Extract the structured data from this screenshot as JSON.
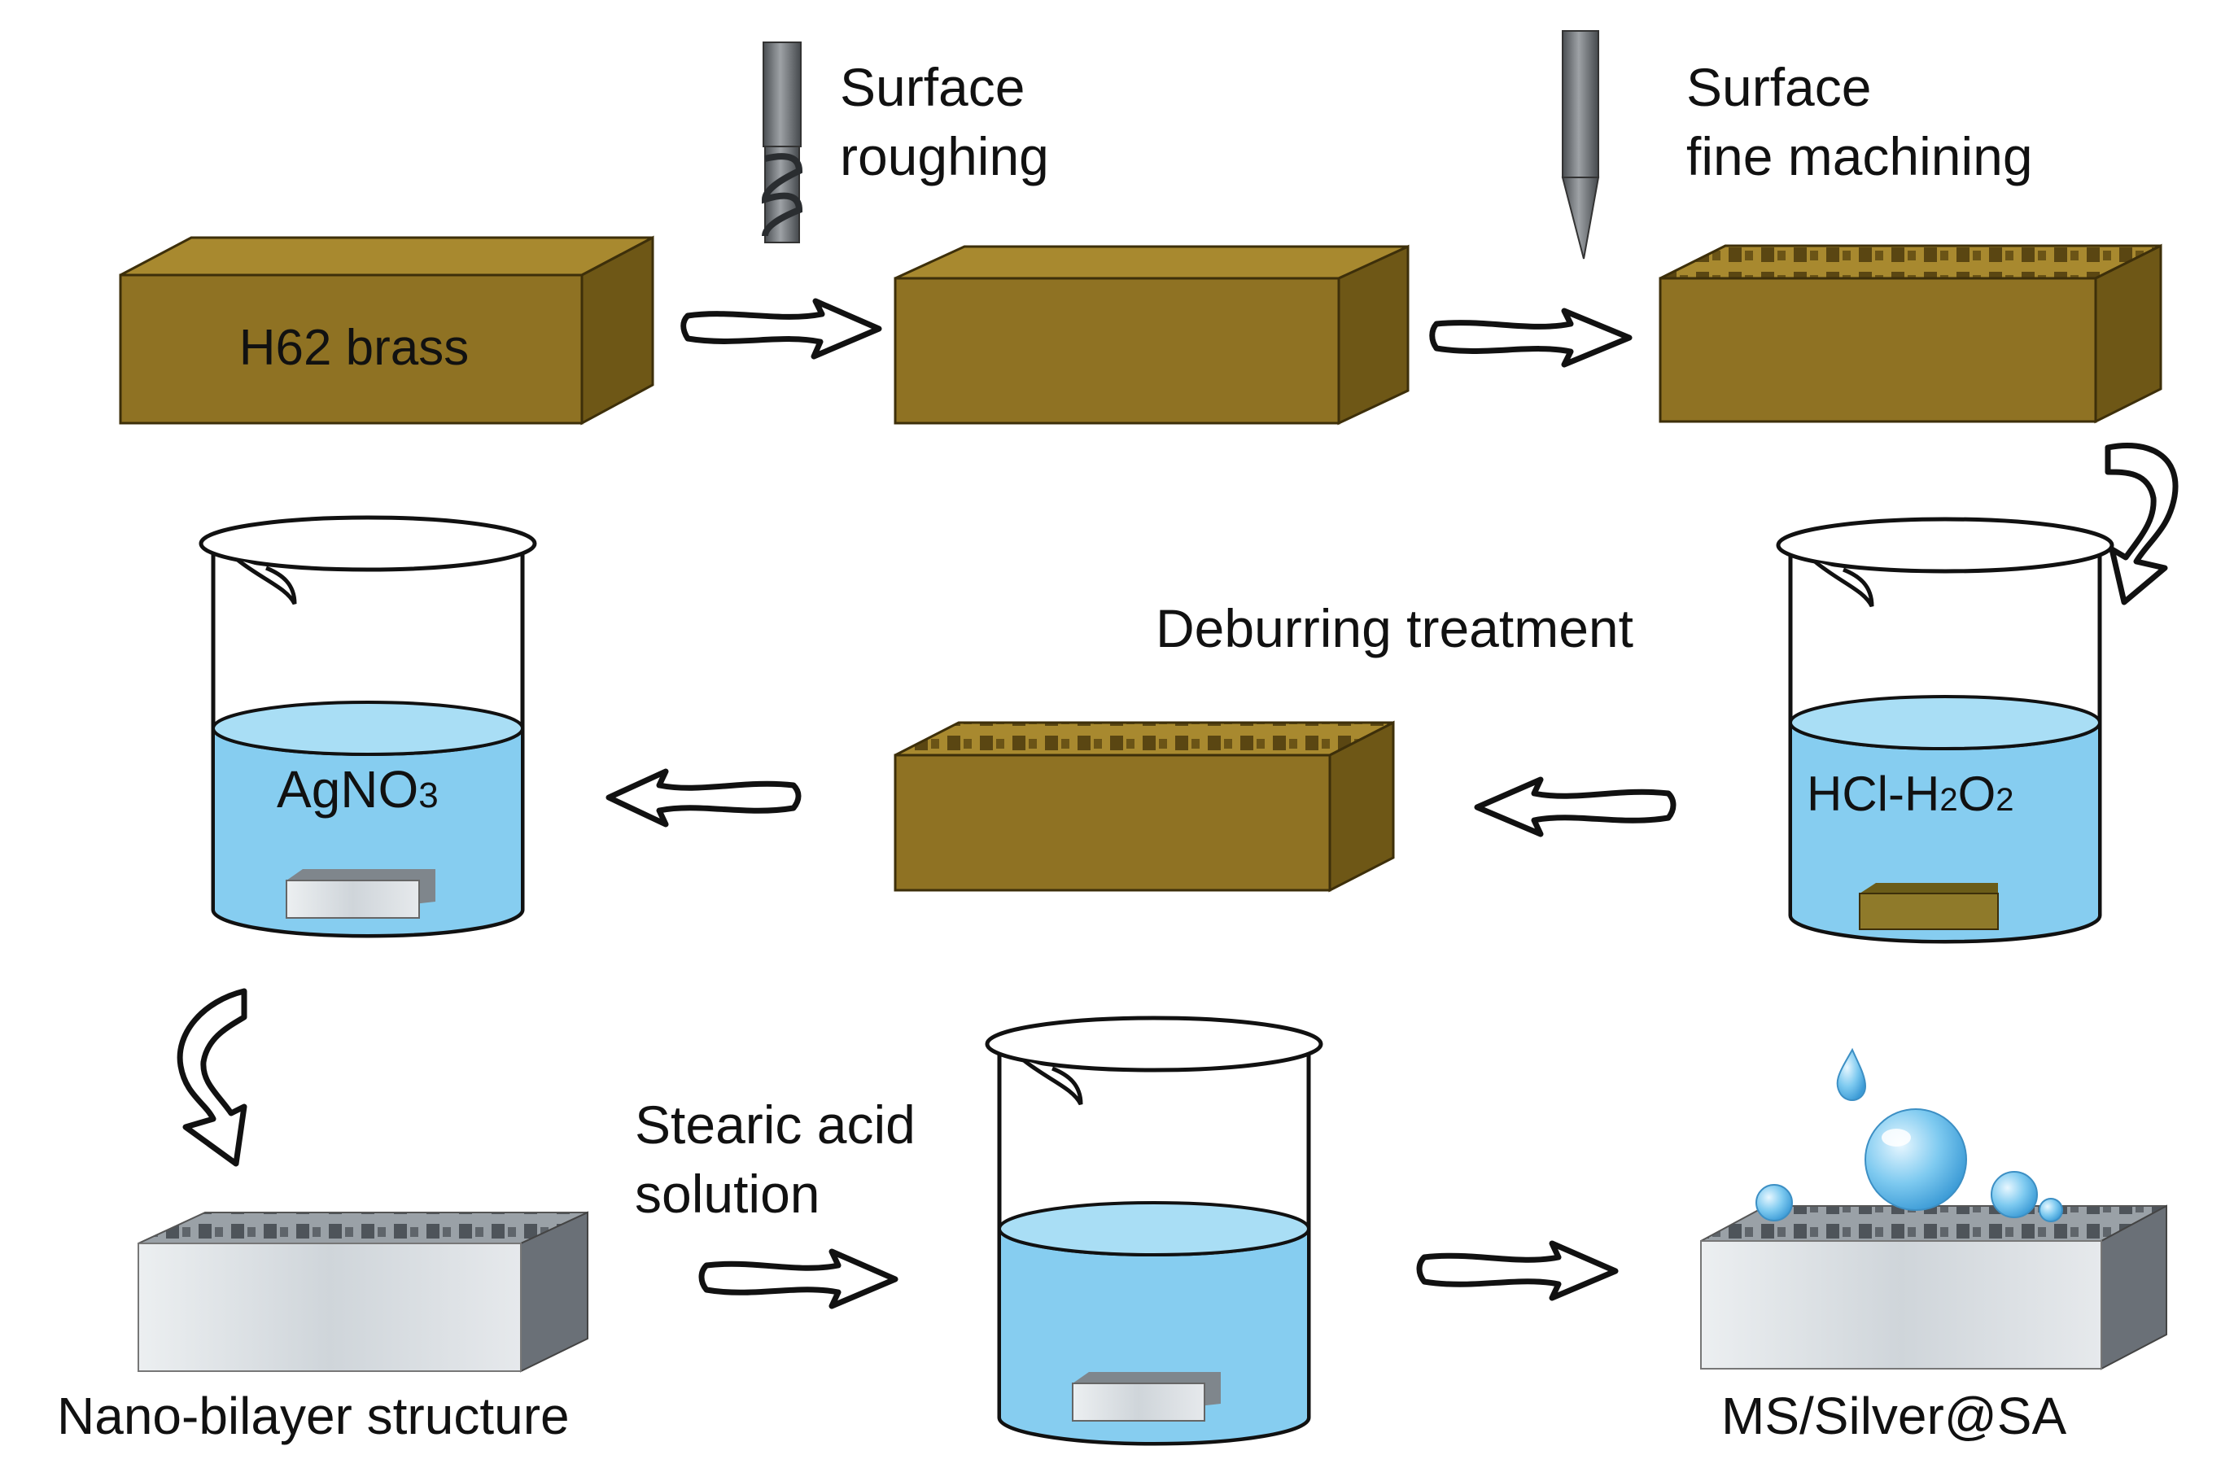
{
  "labels": {
    "brass": "H62 brass",
    "roughing_line1": "Surface",
    "roughing_line2": "roughing",
    "fine_line1": "Surface",
    "fine_line2": "fine machining",
    "deburring": "Deburring treatment",
    "hcl_main": "HCl-H",
    "hcl_sub1": "2",
    "hcl_mid": "O",
    "hcl_sub2": "2",
    "agno3_main": "AgNO",
    "agno3_sub": "3",
    "stearic_line1": "Stearic acid",
    "stearic_line2": "solution",
    "nano_bilayer": "Nano-bilayer structure",
    "final_product": "MS/Silver@SA"
  },
  "colors": {
    "brass_front": "#8f7223",
    "brass_top": "#a8892f",
    "brass_side": "#6e5716",
    "liquid": "#86cdf0",
    "liquid_top": "#a9def5",
    "silver_front": "#d7dce0",
    "silver_side": "#6a7077",
    "tool": "#707478"
  },
  "icons": {
    "milling_tool": "roughing-drill-icon",
    "fine_tool": "fine-cutter-icon"
  }
}
